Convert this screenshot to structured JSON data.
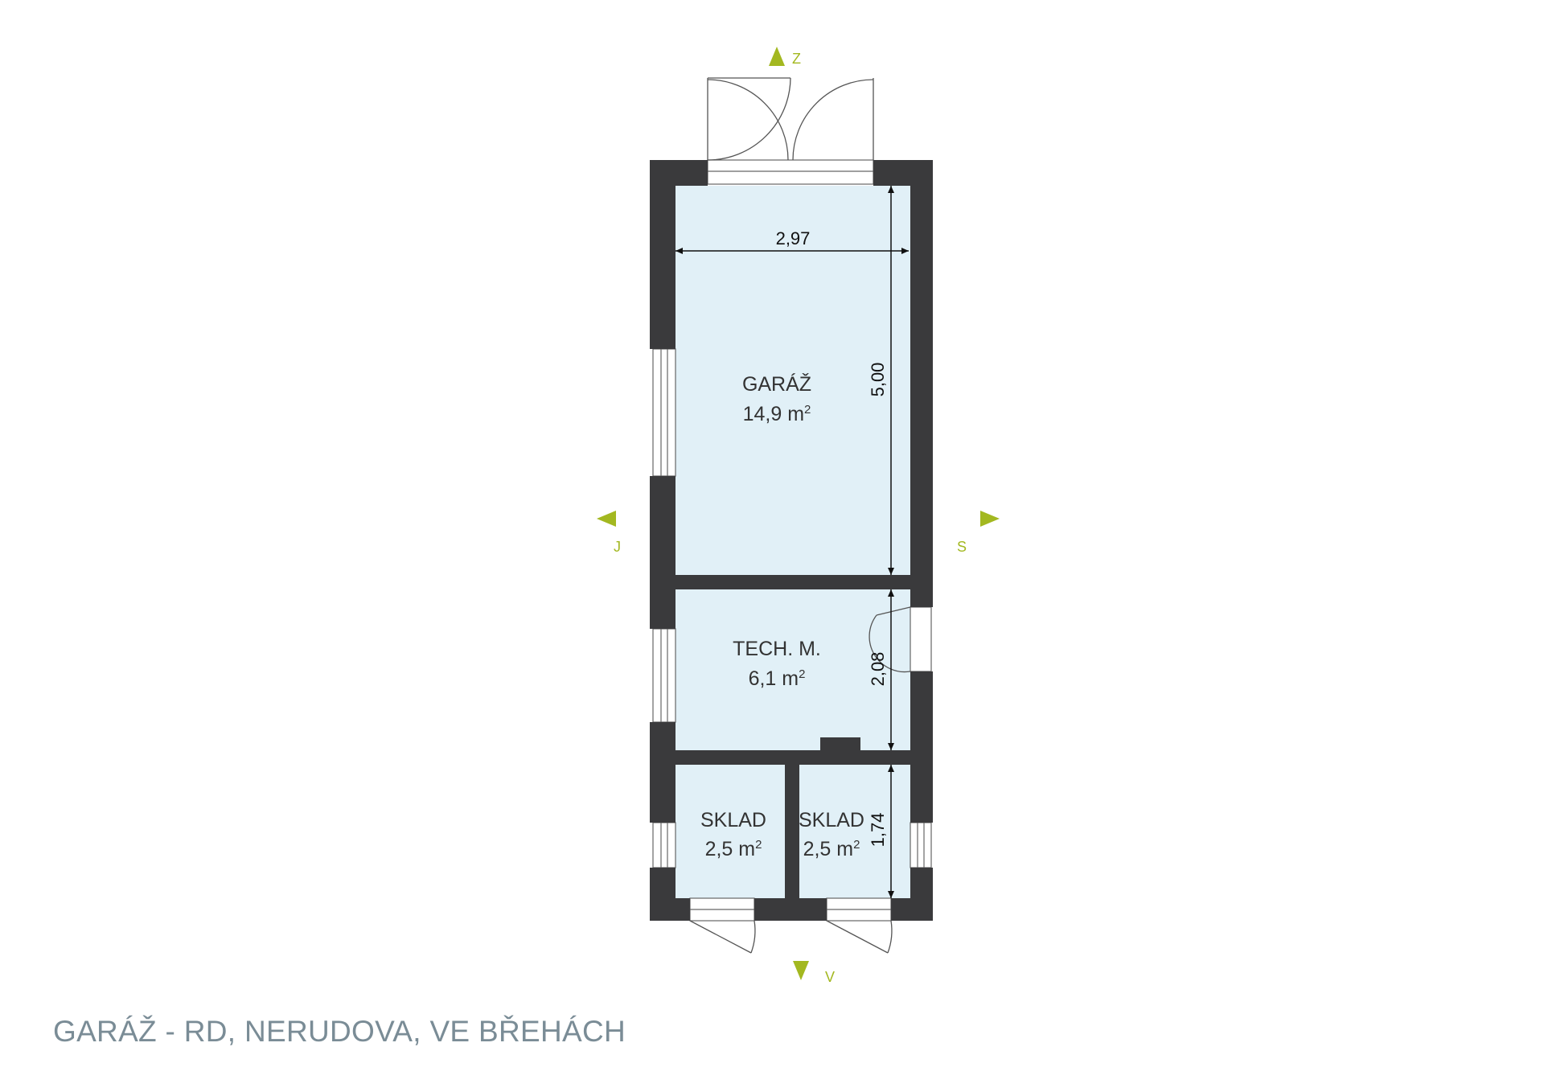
{
  "title": "GARÁŽ - RD, NERUDOVA, VE BŘEHÁCH",
  "colors": {
    "wall": "#3a3a3c",
    "room_fill": "#e1f0f7",
    "compass": "#a3b820",
    "title": "#7a8c96",
    "line": "#555555"
  },
  "compass": {
    "north": "Z",
    "south": "V",
    "west": "J",
    "east": "S"
  },
  "rooms": {
    "garage": {
      "name": "GARÁŽ",
      "area": "14,9 m",
      "sup": "2"
    },
    "tech": {
      "name": "TECH. M.",
      "area": "6,1 m",
      "sup": "2"
    },
    "storage_left": {
      "name": "SKLAD",
      "area": "2,5 m",
      "sup": "2"
    },
    "storage_right": {
      "name": "SKLAD",
      "area": "2,5 m",
      "sup": "2"
    }
  },
  "dimensions": {
    "garage_width": "2,97",
    "garage_length": "5,00",
    "tech_length": "2,08",
    "storage_length": "1,74"
  }
}
